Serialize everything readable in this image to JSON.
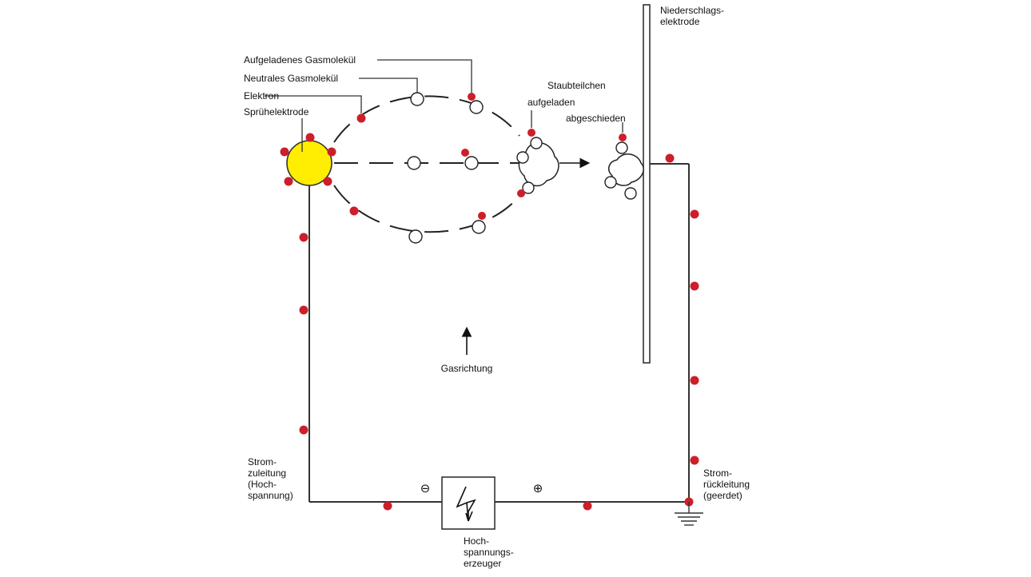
{
  "labels": {
    "charged_molecule": "Aufgeladenes Gasmolekül",
    "neutral_molecule": "Neutrales Gasmolekül",
    "electron": "Elektron",
    "spray_electrode": "Sprühelektrode",
    "dust_particles": "Staubteilchen",
    "charged": "aufgeladen",
    "deposited": "abgeschieden",
    "collector_electrode": [
      "Niederschlags-",
      "elektrode"
    ],
    "gas_direction": "Gasrichtung",
    "supply_line": [
      "Strom-",
      "zuleitung",
      "(Hoch-",
      "spannung)"
    ],
    "return_line": [
      "Strom-",
      "rückleitung",
      "(geerdet)"
    ],
    "generator": [
      "Hoch-",
      "spannungs-",
      "erzeuger"
    ]
  },
  "symbols": {
    "minus": "⊖",
    "plus": "⊕"
  },
  "colors": {
    "electron": "#cc1f2a",
    "spray_electrode": "#ffee00",
    "line": "#333333"
  },
  "icons": {
    "generator": "lightning-bolt-icon",
    "ground": "ground-icon"
  }
}
